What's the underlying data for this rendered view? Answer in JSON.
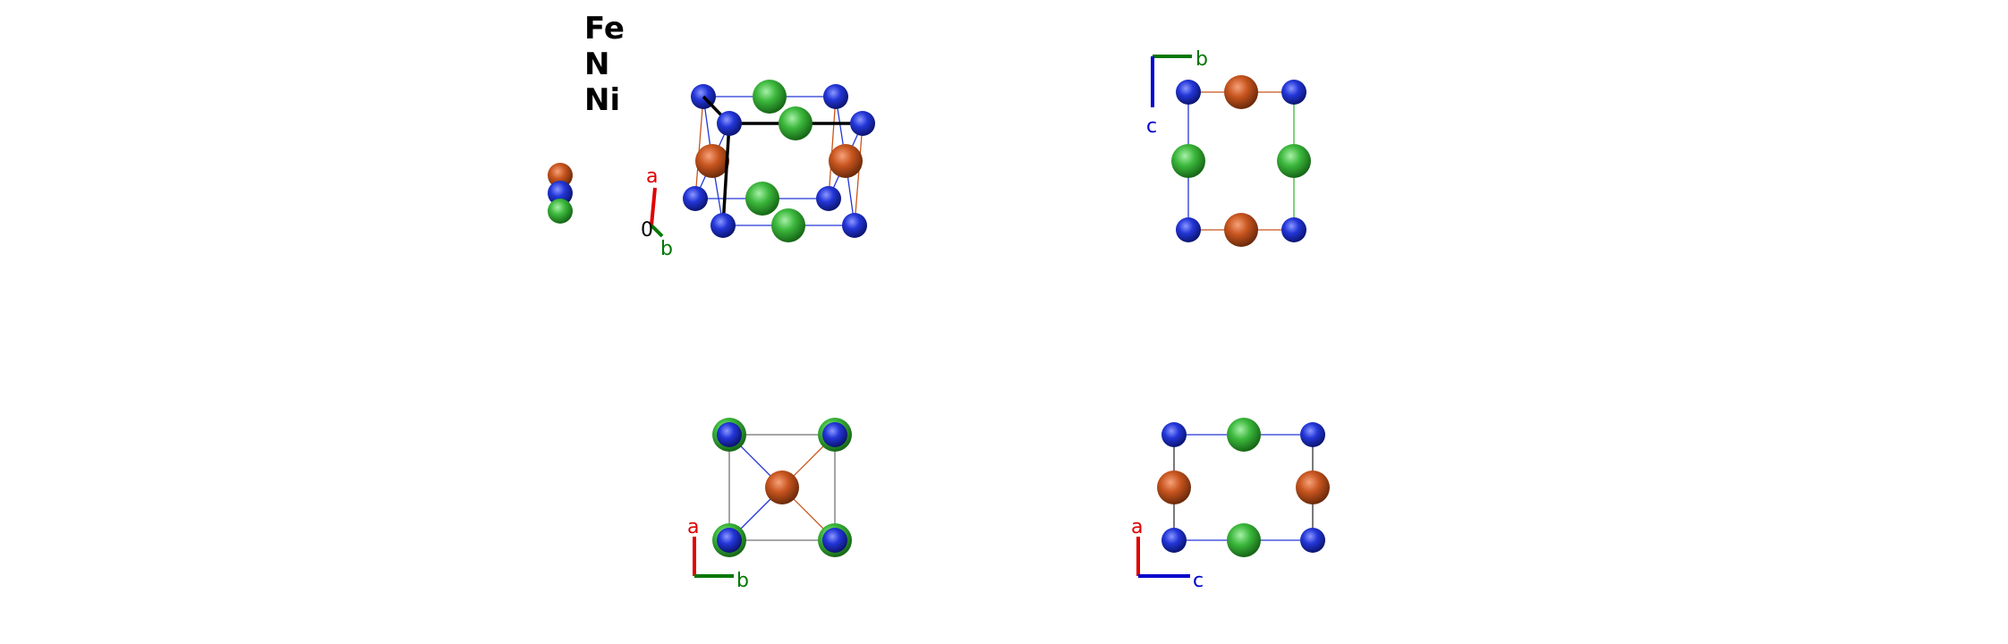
{
  "legend": {
    "entries": [
      {
        "symbol": "Fe",
        "color": "#c8551f"
      },
      {
        "symbol": "N",
        "color": "#2336d8"
      },
      {
        "symbol": "Ni",
        "color": "#3cb83c"
      }
    ]
  },
  "colors": {
    "fe": "#c8551f",
    "n": "#2336d8",
    "ni": "#3cb83c",
    "axis_a": "#e00000",
    "axis_b": "#007700",
    "axis_c": "#0000cc",
    "cell_edge": "#000000"
  },
  "views": [
    {
      "id": "perspective",
      "axes": {
        "first": "a",
        "second": "b",
        "origin": "0"
      }
    },
    {
      "id": "view-bc",
      "axes": {
        "first": "b",
        "second": "c"
      }
    },
    {
      "id": "view-ab",
      "axes": {
        "first": "a",
        "second": "b"
      }
    },
    {
      "id": "view-ac",
      "axes": {
        "first": "a",
        "second": "c"
      }
    }
  ]
}
